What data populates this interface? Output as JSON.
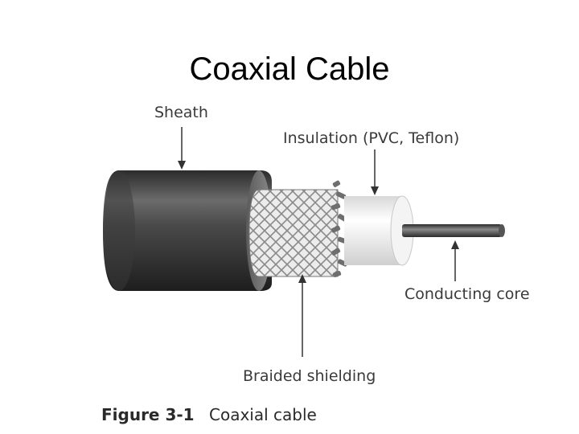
{
  "slide": {
    "title": "Coaxial Cable"
  },
  "labels": {
    "sheath": "Sheath",
    "insulation": "Insulation (PVC, Teflon)",
    "conducting_core": "Conducting core",
    "braided_shielding": "Braided shielding"
  },
  "caption": {
    "number": "Figure 3-1",
    "text": "Coaxial cable"
  },
  "colors": {
    "sheath": "#3c3c3c",
    "braid": "#e6e6e6",
    "insulation": "#f2f2f2",
    "core": "#4a4a4a",
    "arrow": "#333333"
  }
}
